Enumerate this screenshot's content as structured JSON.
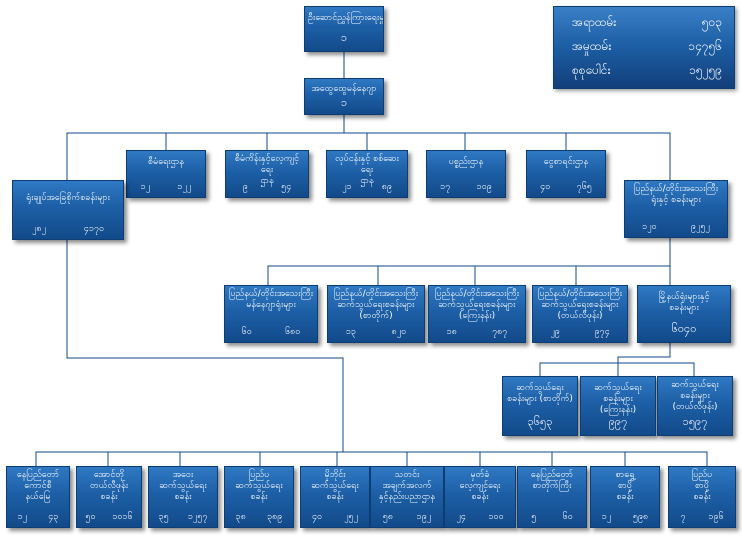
{
  "summary": {
    "rows": [
      {
        "label": "အရာထမ်း",
        "value": "၅၀၃"
      },
      {
        "label": "အမှုထမ်း",
        "value": "၁၄၇၅၆"
      },
      {
        "label": "စုစုပေါင်း",
        "value": "၁၅၂၅၉"
      }
    ]
  },
  "top": {
    "title": "ဦးဆောင်ညွှန်ကြားရေးမှူး",
    "number": "၁"
  },
  "deputy": {
    "title": "အထွေထွေမန်နေဂျာ",
    "number": "၁"
  },
  "departments": [
    {
      "title": "စီမံရေးဌာန",
      "a": "၁၂",
      "b": "၁၂၂"
    },
    {
      "title": "စီမံကိန်းနှင့်လေ့ကျင့်ရေး\nဌာန",
      "a": "၉",
      "b": "၅၄"
    },
    {
      "title": "လုပ်ငန်းနှင့် စစ်ဆေးရေး\nဌာန",
      "a": "၂၁",
      "b": "၈၉"
    },
    {
      "title": "ပစ္စည်းဌာန",
      "a": "၁၇",
      "b": "၁၀၉"
    },
    {
      "title": "ငွေစာရင်းဌာန",
      "a": "၄၀",
      "b": "၇၆၅"
    }
  ],
  "left_office": {
    "title": "ရုံးချုပ်အခြေစိုက်စခန်းများ",
    "a": "၂၈၂",
    "b": "၄၁၇၀"
  },
  "region_office": {
    "title": "ပြည်နယ်/တိုင်းအသေးကြီး\nရုံးနှင့် စခန်းများ",
    "a": "၁၂၀",
    "b": "၉၂၅၂"
  },
  "regional": [
    {
      "title": "ပြည်နယ်/တိုင်းအသေးကြီး\nမန်နေဂျာရုံးများ",
      "a": "၆၀",
      "b": "၆၈၀"
    },
    {
      "title": "ပြည်နယ်/တိုင်းအသေးကြီး\nဆက်သွယ်ရေးစခန်းများ\n(စာတိုက်)",
      "a": "၁၃",
      "b": "၈၂၀"
    },
    {
      "title": "ပြည်နယ်/တိုင်းအသေးကြီး\nဆက်သွယ်ရေးစခန်းများ\n(ကြေးနန်း)",
      "a": "၁၈",
      "b": "၇၈၇"
    },
    {
      "title": "ပြည်နယ်/တိုင်းအသေးကြီး\nဆက်သွယ်ရေးစခန်းများ\n(တယ်လီဖုန်း)",
      "a": "၂၉",
      "b": "၉၇၄"
    }
  ],
  "town": {
    "title": "မြို့နယ်ရုံးများနှင့်\nစခန်းများ",
    "number": "၆၀၄၀"
  },
  "town_sub": [
    {
      "title": "ဆက်သွယ်ရေး\nစခန်းများ (စာတိုက်)",
      "number": "၃၆၅၃"
    },
    {
      "title": "ဆက်သွယ်ရေး\nစခန်းများ (ကြေးနန်း)",
      "number": "၉၉၇"
    },
    {
      "title": "ဆက်သွယ်ရေး\nစခန်းများ\n(တယ်လီဖုန်း)",
      "number": "၁၅၉၇"
    }
  ],
  "bottom": [
    {
      "title": "နေပြည်တော်\nကောင်စီ\nနယ်မြေ",
      "a": "၁၂",
      "b": "၄၃"
    },
    {
      "title": "အောင်တို\nတယ်လီဖုန်း\nစခန်း",
      "a": "၅၀",
      "b": "၁၀၁၆"
    },
    {
      "title": "အဝေး\nဆက်သွယ်ရေး\nစခန်း",
      "a": "၃၅",
      "b": "၁၂၅၇"
    },
    {
      "title": "ပြည်ပ\nဆက်သွယ်ရေး\nစခန်း",
      "a": "၃၈",
      "b": "၃၈၉"
    },
    {
      "title": "မိုဘိုင်း\nဆက်သွယ်ရေး\nစခန်း",
      "a": "၄၀",
      "b": "၂၅၂"
    },
    {
      "title": "သတင်း\nအချက်အလက်\nနှင့်နည်းပညာဌာန",
      "a": "၅၈",
      "b": "၁၉၂"
    },
    {
      "title": "မှတ်ခံ\nလေ့ကျင့်ရေး\nစခန်း",
      "a": "၂၄",
      "b": "၁၀၀"
    },
    {
      "title": "နေပြည်တော်\nစာတိုက်ကြီး",
      "a": "၅",
      "b": "၆၀"
    },
    {
      "title": "စာရွှေ့\nစာပို့\nစခန်း",
      "a": "၁၂",
      "b": "၅၉၈"
    },
    {
      "title": "ပြည်ပ\nစာပို့\nစခန်း",
      "a": "၇",
      "b": "၁၉၆"
    }
  ]
}
